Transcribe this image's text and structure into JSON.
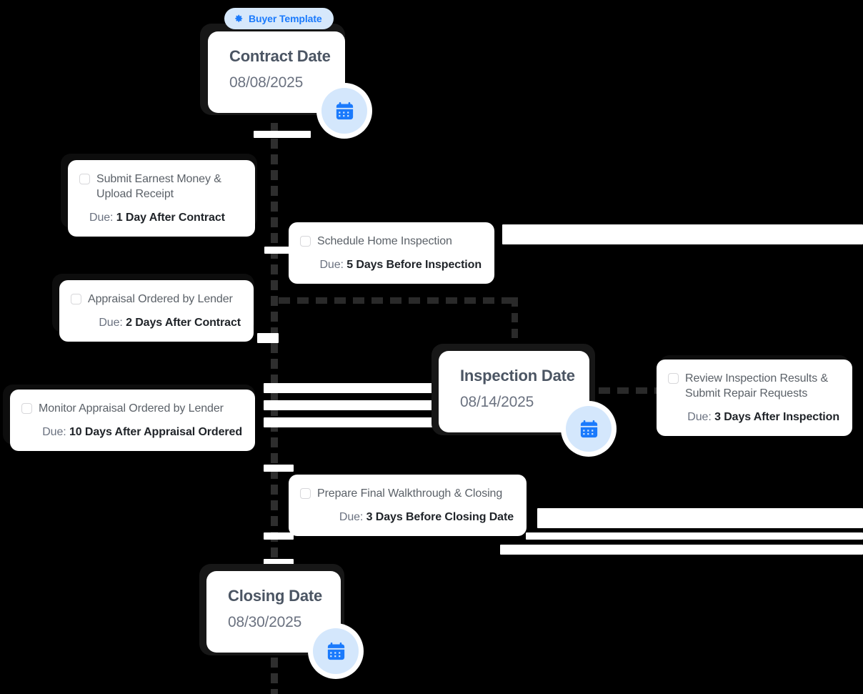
{
  "badge": {
    "label": "Buyer Template",
    "icon": "gear-icon",
    "bg_color": "#d6e8fb",
    "text_color": "#1a7afc"
  },
  "theme": {
    "background": "#000000",
    "card_background": "#ffffff",
    "accent_blue": "#1a7afc",
    "accent_blue_light": "#d4e7fc",
    "title_color": "#4b5563",
    "date_color": "#6b7280",
    "task_title_color": "#5b6168",
    "due_bold_color": "#1f2328",
    "connector_white": "#ffffff",
    "connector_dashed": "#2a2a2a"
  },
  "milestones": [
    {
      "id": "contract-date",
      "title": "Contract Date",
      "date": "08/08/2025",
      "icon": "calendar-icon"
    },
    {
      "id": "inspection-date",
      "title": "Inspection Date",
      "date": "08/14/2025",
      "icon": "calendar-icon"
    },
    {
      "id": "closing-date",
      "title": "Closing Date",
      "date": "08/30/2025",
      "icon": "calendar-icon"
    }
  ],
  "tasks": [
    {
      "id": "submit-earnest-money",
      "title": "Submit Earnest Money & Upload Receipt",
      "due_label": "Due:",
      "due_value": "1 Day After Contract",
      "checked": false
    },
    {
      "id": "schedule-home-inspection",
      "title": "Schedule Home Inspection",
      "due_label": "Due:",
      "due_value": "5 Days Before Inspection",
      "checked": false
    },
    {
      "id": "appraisal-ordered-by-lender",
      "title": "Appraisal Ordered by Lender",
      "due_label": "Due:",
      "due_value": "2 Days After Contract",
      "checked": false
    },
    {
      "id": "monitor-appraisal-ordered-by-lender",
      "title": "Monitor Appraisal Ordered by Lender",
      "due_label": "Due:",
      "due_value": "10 Days After Appraisal Ordered",
      "checked": false
    },
    {
      "id": "review-inspection-results",
      "title": "Review Inspection Results & Submit Repair Requests",
      "due_label": "Due:",
      "due_value": "3 Days After Inspection",
      "checked": false
    },
    {
      "id": "prepare-final-walkthrough",
      "title": "Prepare Final Walkthrough & Closing",
      "due_label": "Due:",
      "due_value": "3 Days Before Closing Date",
      "checked": false
    }
  ]
}
